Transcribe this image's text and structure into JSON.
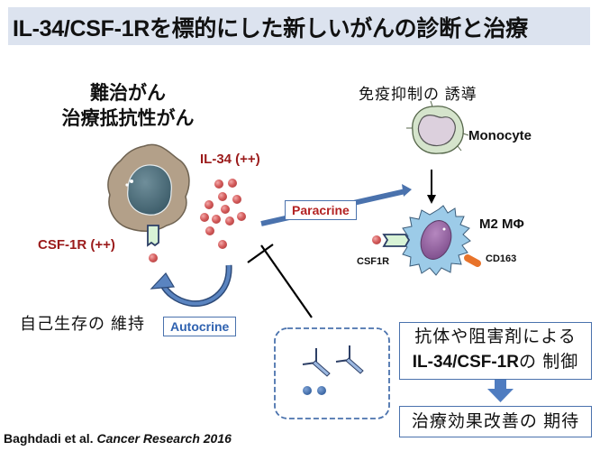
{
  "title": "IL-34/CSF-1Rを標的にした新しいがんの診断と治療",
  "left_heading": [
    "難治がん",
    "治療抵抗性がん"
  ],
  "top_right_heading": "免疫抑制の 誘導",
  "labels": {
    "il34": "IL-34 (++)",
    "csf1r_tumor": "CSF-1R (++)",
    "monocyte": "Monocyte",
    "m2_macrophage": "M2 MΦ",
    "csf1r_macrophage": "CSF1R",
    "cd163": "CD163",
    "self_survival": "自己生存の 維持"
  },
  "pathways": {
    "paracrine": "Paracrine",
    "autocrine": "Autocrine"
  },
  "therapy_box": {
    "line1": "抗体や阻害剤による",
    "line2_bold": "IL-34/CSF-1R",
    "line2_rest": "の 制御"
  },
  "outcome_box": "治療効果改善の 期待",
  "citation": {
    "authors": "Baghdadi et al.",
    "journal_year": "Cancer Research 2016"
  },
  "colors": {
    "title_bg": "#dce3ef",
    "accent_blue": "#4a72ad",
    "label_red": "#9b1b1b",
    "ligand_red": "#d46a6a"
  }
}
